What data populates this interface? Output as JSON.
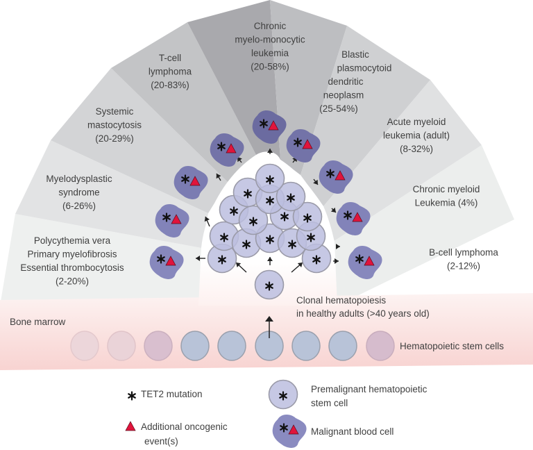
{
  "segments": [
    {
      "lines": [
        "Polycythemia vera",
        "Primary myelofibrosis",
        "Essential thrombocytosis",
        "(2-20%)"
      ]
    },
    {
      "lines": [
        "Myelodysplastic",
        "syndrome",
        "(6-26%)"
      ]
    },
    {
      "lines": [
        "Systemic",
        "mastocytosis",
        "(20-29%)"
      ]
    },
    {
      "lines": [
        "T-cell",
        "lymphoma",
        "(20-83%)"
      ]
    },
    {
      "lines": [
        "Chronic",
        "myelo-monocytic",
        "leukemia",
        "(20-58%)"
      ]
    },
    {
      "lines": [
        "Blastic",
        "plasmocytoid",
        "dendritic",
        "neoplasm",
        "(25-54%)"
      ]
    },
    {
      "lines": [
        "Acute myeloid",
        "leukemia (adult)",
        "(8-32%)"
      ]
    },
    {
      "lines": [
        "Chronic myeloid",
        "Leukemia (4%)"
      ]
    },
    {
      "lines": [
        "B-cell lymphoma",
        "(2-12%)"
      ]
    }
  ],
  "marrow": {
    "label": "Bone marrow",
    "clonal_lines": [
      "Clonal hematopoiesis",
      "in healthy adults (>40 years old)"
    ],
    "stem_cells_label": "Hematopoietic stem cells"
  },
  "legend": {
    "tet2": "TET2 mutation",
    "oncogenic_lines": [
      "Additional oncogenic",
      "event(s)"
    ],
    "premalignant_lines": [
      "Premalignant hematopoietic",
      "stem cell"
    ],
    "malignant": "Malignant blood cell"
  },
  "colors": {
    "segments": [
      "#eef0ef",
      "#e2e3e4",
      "#d3d4d6",
      "#c3c4c6",
      "#a9a9ad",
      "#bdbec1",
      "#cfd0d2",
      "#e0e1e2",
      "#eceeed"
    ],
    "premalignant": "#bcbedf",
    "malignant": "#7b7cb5",
    "oncogenic": "#e0143c"
  }
}
